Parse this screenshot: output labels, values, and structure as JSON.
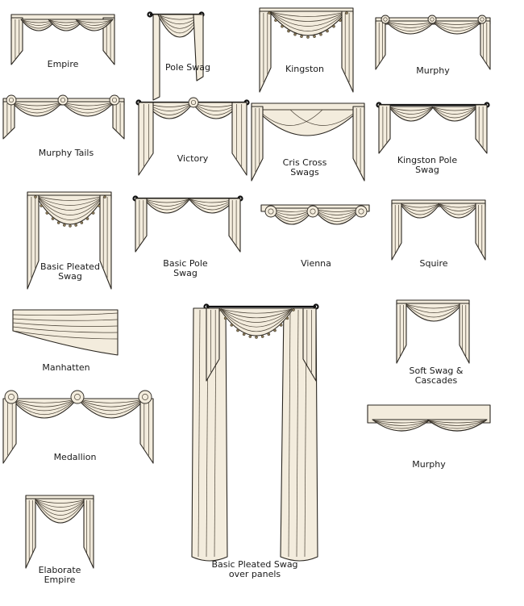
{
  "styles": [
    {
      "id": "empire",
      "label": "Empire"
    },
    {
      "id": "pole-swag",
      "label": "Pole Swag"
    },
    {
      "id": "kingston",
      "label": "Kingston"
    },
    {
      "id": "murphy-top",
      "label": "Murphy"
    },
    {
      "id": "murphy-tails",
      "label": "Murphy Tails"
    },
    {
      "id": "victory",
      "label": "Victory"
    },
    {
      "id": "cris-cross",
      "label": "Cris Cross\nSwags"
    },
    {
      "id": "kingston-pole",
      "label": "Kingston Pole\nSwag"
    },
    {
      "id": "basic-pleated",
      "label": "Basic Pleated\nSwag"
    },
    {
      "id": "basic-pole",
      "label": "Basic Pole\nSwag"
    },
    {
      "id": "vienna",
      "label": "Vienna"
    },
    {
      "id": "squire",
      "label": "Squire"
    },
    {
      "id": "manhatten",
      "label": "Manhatten"
    },
    {
      "id": "soft-swag",
      "label": "Soft Swag &\nCascades"
    },
    {
      "id": "basic-pleated-panels",
      "label": "Basic Pleated Swag\nover panels"
    },
    {
      "id": "medallion",
      "label": "Medallion"
    },
    {
      "id": "murphy-bottom",
      "label": "Murphy"
    },
    {
      "id": "elaborate-empire",
      "label": "Elaborate\nEmpire"
    }
  ],
  "colors": {
    "fabric": "#f3ecdd",
    "outline": "#2a2620",
    "fringe": "#8a7a5a",
    "background": "#ffffff"
  }
}
